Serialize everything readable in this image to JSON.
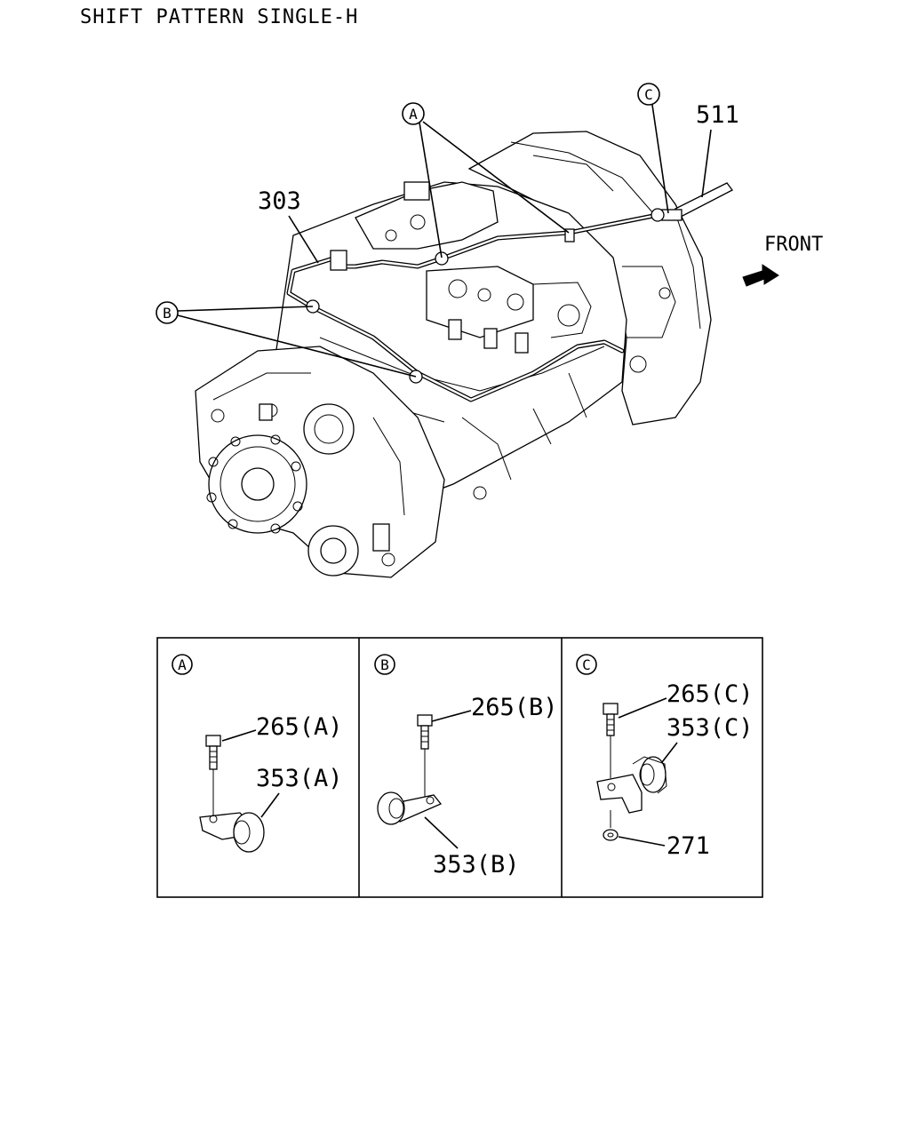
{
  "title": "SHIFT PATTERN SINGLE-H",
  "main": {
    "callouts": {
      "a": "A",
      "b": "B",
      "c": "C"
    },
    "parts": {
      "p303": "303",
      "p511": "511"
    },
    "front_label": "FRONT",
    "front_arrow_icon": "arrow-icon"
  },
  "details": {
    "a": {
      "marker": "A",
      "bolt": "265(A)",
      "clip": "353(A)"
    },
    "b": {
      "marker": "B",
      "bolt": "265(B)",
      "clip": "353(B)"
    },
    "c": {
      "marker": "C",
      "bolt": "265(C)",
      "clip": "353(C)",
      "nut": "271"
    }
  }
}
